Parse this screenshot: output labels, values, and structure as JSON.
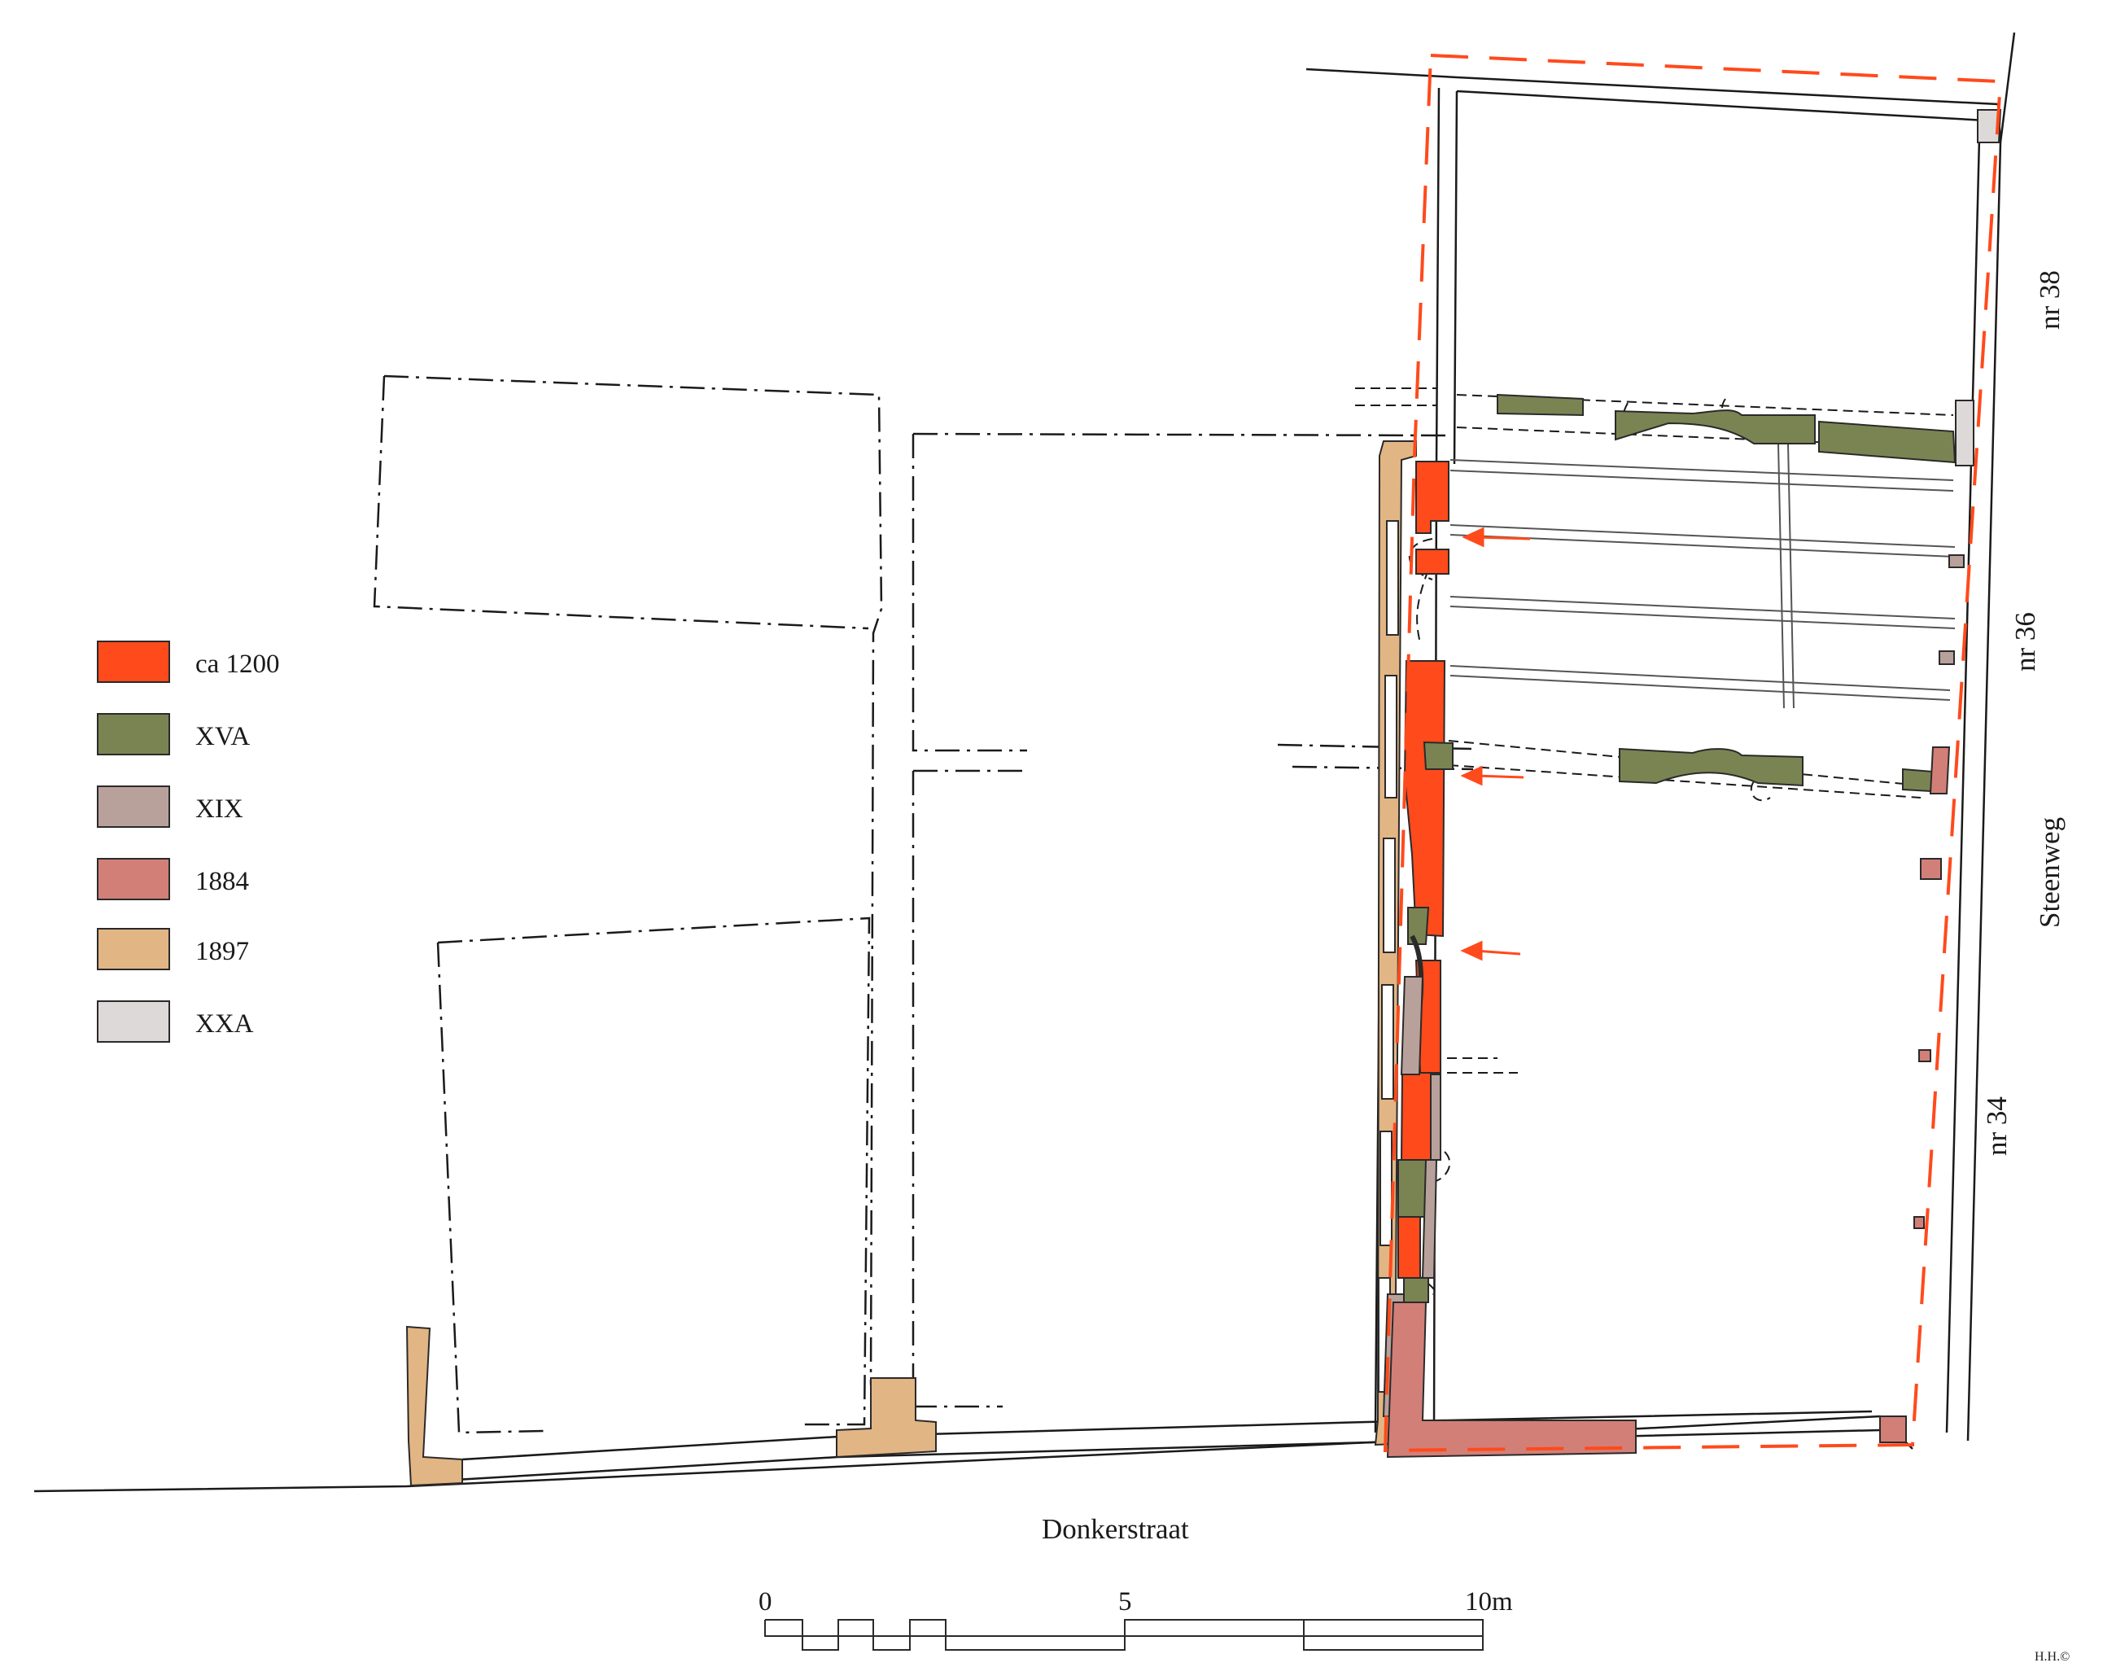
{
  "legend": {
    "items": [
      {
        "label": "ca 1200",
        "color": "#ff4a1c"
      },
      {
        "label": "XVA",
        "color": "#7a8453"
      },
      {
        "label": "XIX",
        "color": "#b9a19b"
      },
      {
        "label": "1884",
        "color": "#d27f78"
      },
      {
        "label": "1897",
        "color": "#e2b584"
      },
      {
        "label": "XXA",
        "color": "#ddd9d8"
      }
    ]
  },
  "streets": {
    "bottom": "Donkerstraat",
    "right": "Steenweg"
  },
  "houses": {
    "nr38": "nr 38",
    "nr36": "nr 36",
    "nr34": "nr 34"
  },
  "scale_bar": {
    "labels": [
      "0",
      "5",
      "10m"
    ]
  },
  "credit": "H.H.©",
  "colors": {
    "boundary": "#ff4a1c",
    "wall_outline": "#2a2a2a",
    "line": "#1a1a1a"
  }
}
